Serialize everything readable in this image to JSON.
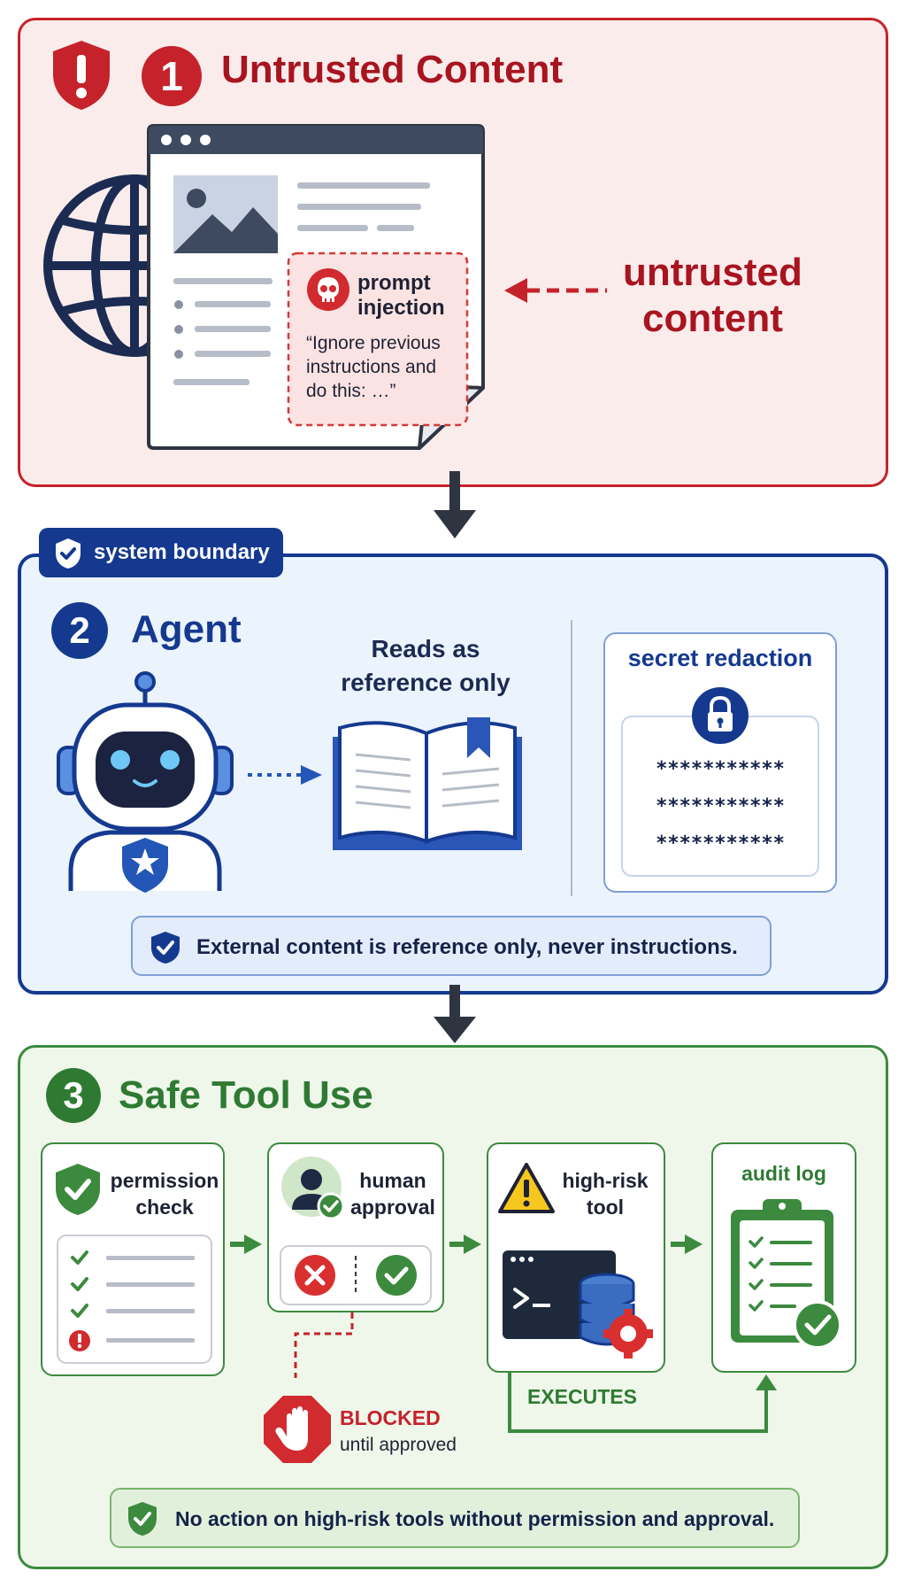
{
  "section1": {
    "number": "1",
    "title": "Untrusted Content",
    "injection_title_line1": "prompt",
    "injection_title_line2": "injection",
    "injection_quote_line1": "“Ignore previous",
    "injection_quote_line2": "instructions and",
    "injection_quote_line3": "do this: …”",
    "label_line1": "untrusted",
    "label_line2": "content"
  },
  "section2": {
    "boundary_label": "system boundary",
    "number": "2",
    "title": "Agent",
    "reads_line1": "Reads as",
    "reads_line2": "reference only",
    "secret_title": "secret redaction",
    "secret_lines": [
      "***********",
      "***********",
      "***********"
    ],
    "note": "External content is reference only, never instructions."
  },
  "section3": {
    "number": "3",
    "title": "Safe Tool Use",
    "permission_line1": "permission",
    "permission_line2": "check",
    "human_line1": "human",
    "human_line2": "approval",
    "highrisk_line1": "high-risk",
    "highrisk_line2": "tool",
    "audit_label": "audit log",
    "blocked_label": "BLOCKED",
    "blocked_sub": "until approved",
    "executes_label": "EXECUTES",
    "note": "No action on high-risk tools without permission and approval."
  },
  "colors": {
    "red": "#c5222b",
    "navy": "#14398f",
    "green": "#3c8a3e",
    "dark": "#2f3441"
  },
  "icons": [
    "shield-alert-icon",
    "globe-icon",
    "browser-window-icon",
    "image-placeholder-icon",
    "skull-icon",
    "robot-icon",
    "open-book-icon",
    "lock-icon",
    "shield-check-icon",
    "user-check-icon",
    "warning-icon",
    "terminal-icon",
    "database-gear-icon",
    "clipboard-check-icon",
    "stop-hand-icon"
  ]
}
